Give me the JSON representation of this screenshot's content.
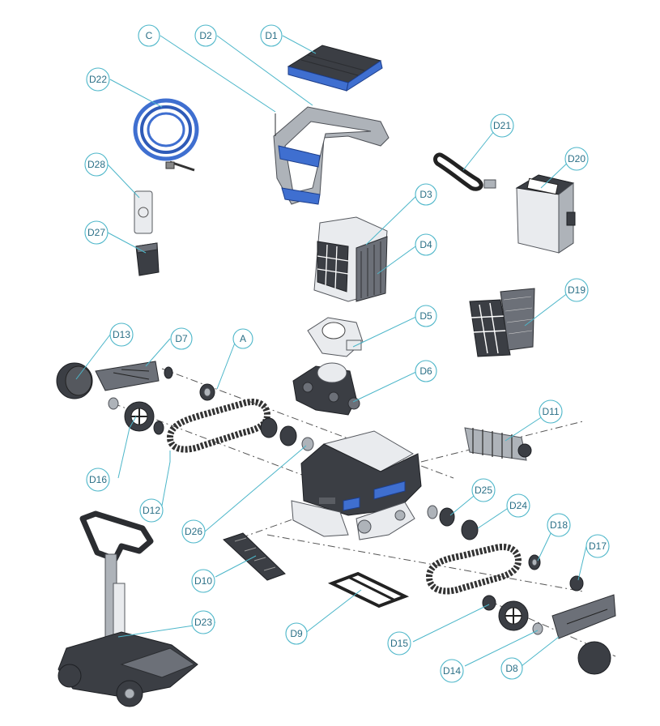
{
  "labels": {
    "C": "C",
    "D1": "D1",
    "D2": "D2",
    "D3": "D3",
    "D4": "D4",
    "D5": "D5",
    "D6": "D6",
    "D7": "D7",
    "D8": "D8",
    "D9": "D9",
    "D10": "D10",
    "D11": "D11",
    "D12": "D12",
    "D13": "D13",
    "D14": "D14",
    "D15": "D15",
    "D16": "D16",
    "D17": "D17",
    "D18": "D18",
    "D19": "D19",
    "D20": "D20",
    "D21": "D21",
    "D22": "D22",
    "D23": "D23",
    "D24": "D24",
    "D25": "D25",
    "D26": "D26",
    "D27": "D27",
    "D28": "D28",
    "A": "A"
  },
  "colors": {
    "accent_blue": "#3f6fd0",
    "leader_line": "#4cb6c9",
    "label_text": "#2a6f86",
    "dark_part": "#3b3e44"
  }
}
